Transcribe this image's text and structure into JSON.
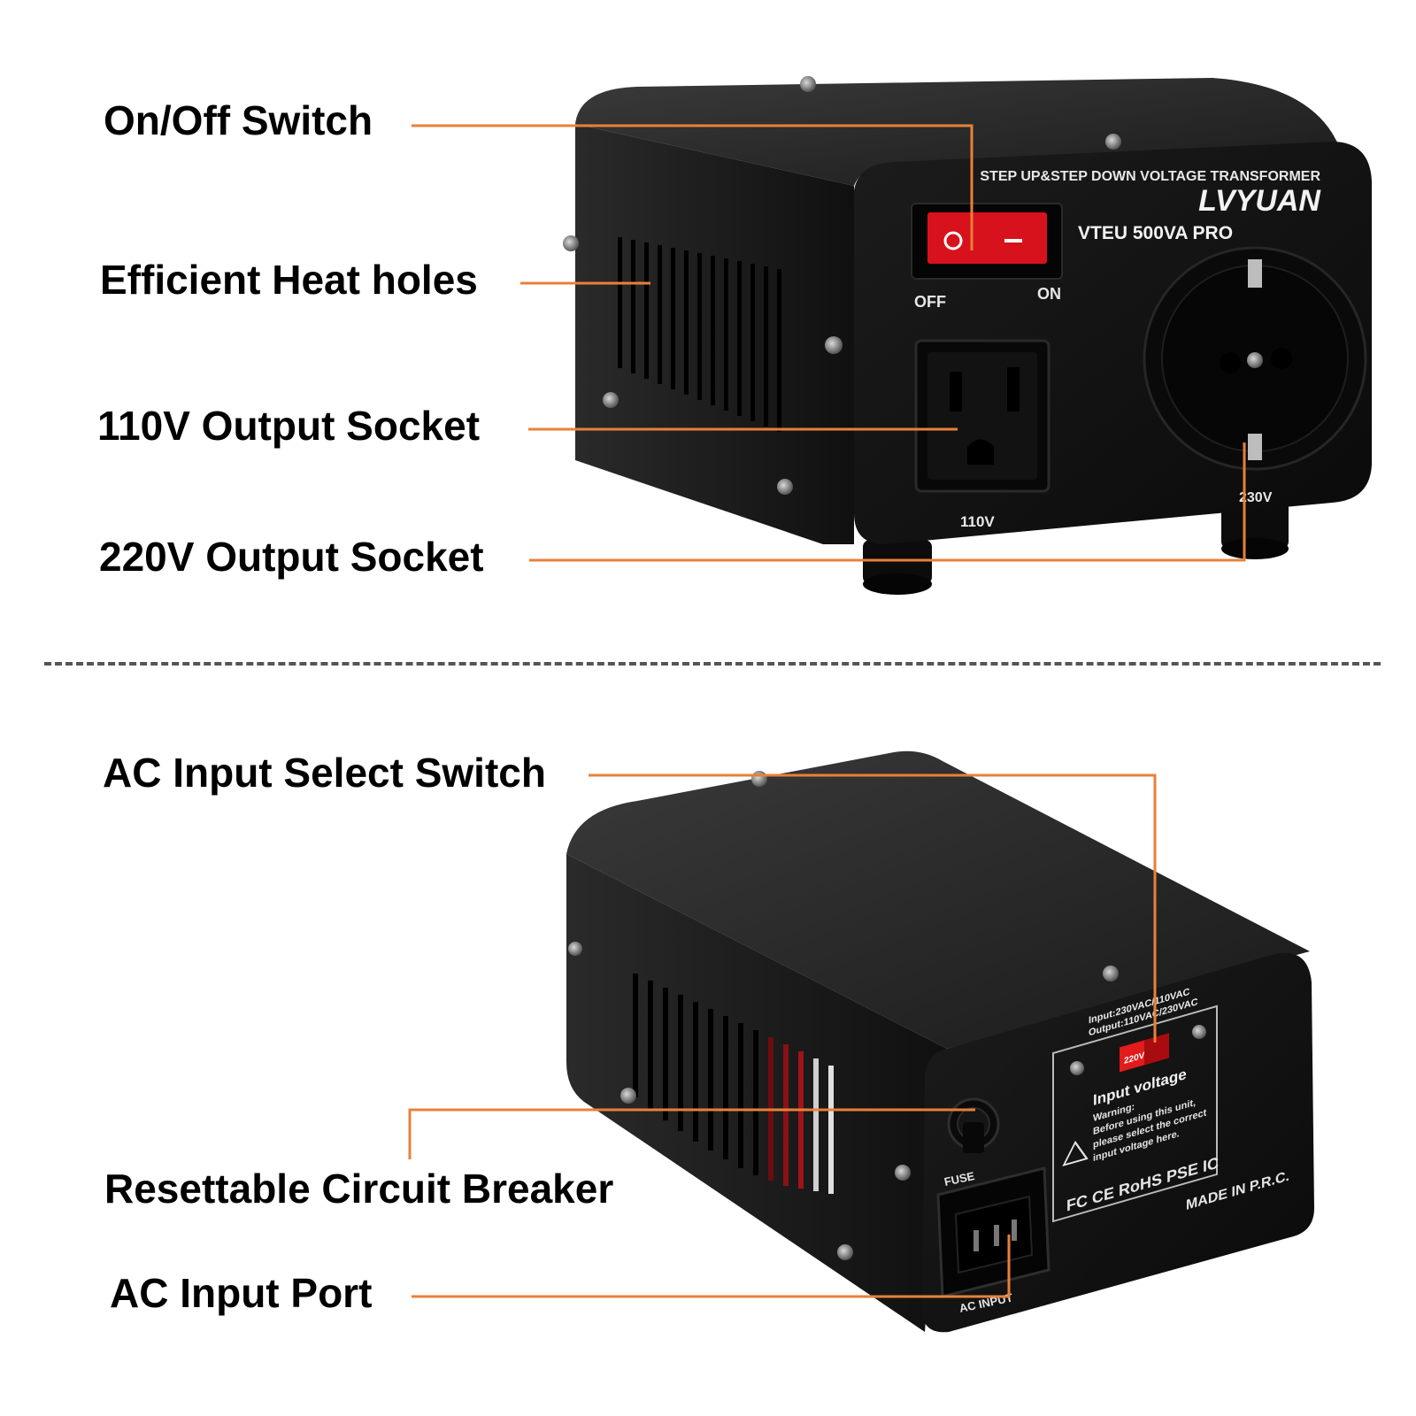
{
  "callouts": {
    "on_off_switch": "On/Off Switch",
    "heat_holes": "Efficient Heat holes",
    "output_110v": "110V Output Socket",
    "output_220v": "220V Output Socket",
    "input_select": "AC Input Select Switch",
    "circuit_breaker": "Resettable Circuit Breaker",
    "input_port": "AC Input Port"
  },
  "device_front": {
    "header": "STEP UP&STEP DOWN VOLTAGE TRANSFORMER",
    "brand": "LVYUAN",
    "model": "VTEU 500VA PRO",
    "switch_off": "OFF",
    "switch_on": "ON",
    "socket_110_label": "110V",
    "socket_230_label": "230V"
  },
  "device_back": {
    "io_line1": "Input:230VAC/110VAC",
    "io_line2": "Output:110VAC/230VAC",
    "selector_text": "220V",
    "input_voltage": "Input voltage",
    "warning_title": "Warning:",
    "warning_1": "Before using this unit,",
    "warning_2": "please select the correct",
    "warning_3": "input voltage here.",
    "cert_marks": "FC CE RoHS PSE IC",
    "made_in": "MADE IN P.R.C.",
    "fuse_label": "FUSE",
    "ac_input_label": "AC INPUT"
  },
  "colors": {
    "leader": "#E8803A",
    "body": "#141414",
    "switch_red": "#D8121C"
  }
}
